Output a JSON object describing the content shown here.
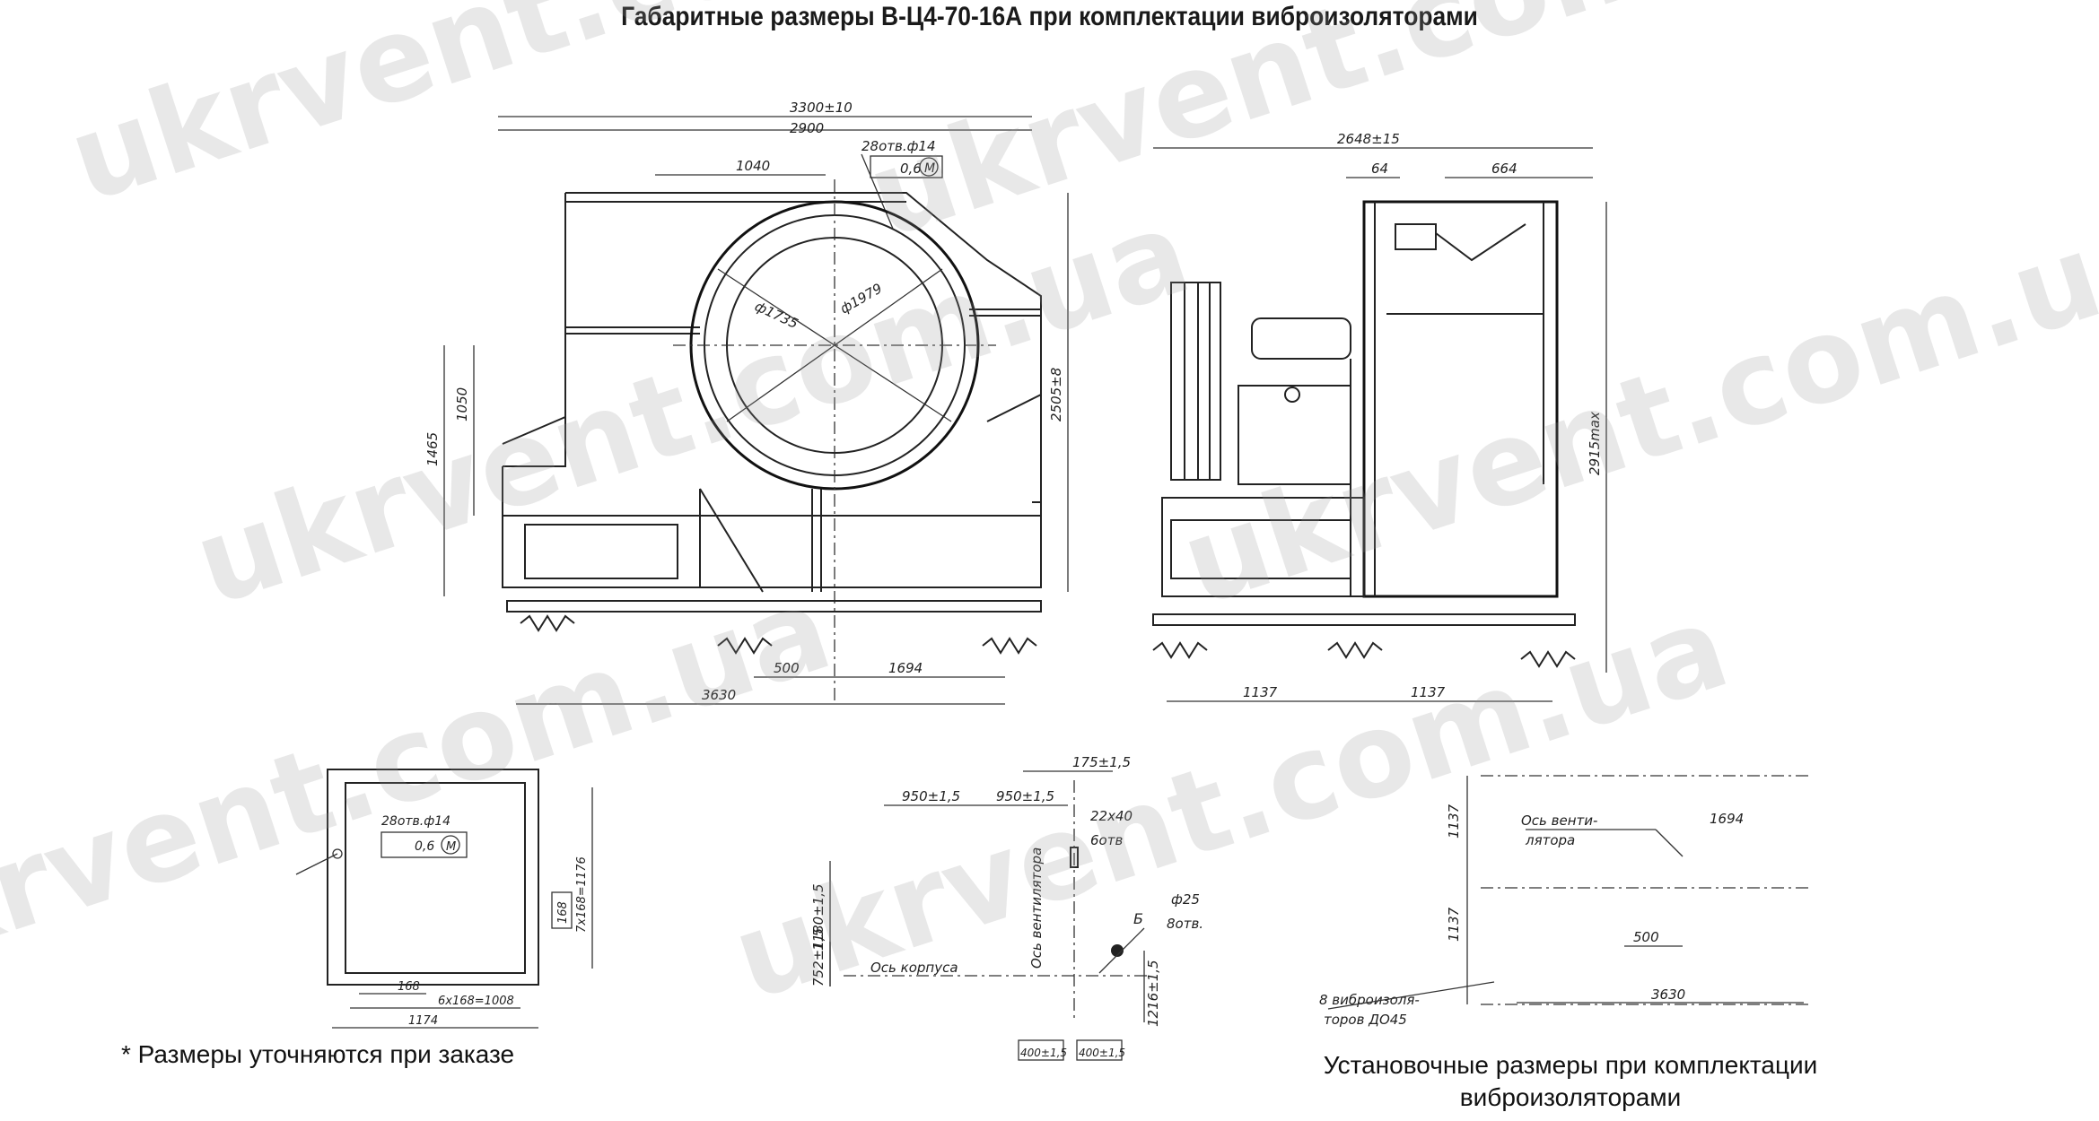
{
  "title": "Габаритные размеры В-Ц4-70-16А при комплектации виброизоляторами",
  "note": "* Размеры уточняются при заказе",
  "caption": {
    "line1": "Установочные размеры при комплектации",
    "line2": "виброизоляторами"
  },
  "watermark_text": "ukrvent.com.ua",
  "front_view": {
    "dim_total": "3300±10",
    "dim_2900": "2900",
    "dim_1040": "1040",
    "holes": "28отв.ф14",
    "tolerance": "0,6",
    "tol_mark": "М",
    "d1": "ф1735",
    "d2": "ф1979",
    "dim_1050": "1050",
    "dim_1465": "1465",
    "dim_2505": "2505±8",
    "dim_500": "500",
    "dim_1694": "1694",
    "dim_3630": "3630"
  },
  "side_view": {
    "dim_2648": "2648±15",
    "dim_64": "64",
    "dim_664": "664",
    "dim_2915": "2915max",
    "dim_1137a": "1137",
    "dim_1137b": "1137"
  },
  "flange_view": {
    "holes": "28отв.ф14",
    "tolerance": "0,6",
    "tol_mark": "М",
    "dim_168": "168",
    "dim_7x168": "7x168=1176",
    "dim_168b": "168",
    "dim_6x168": "6x168=1008",
    "dim_1174": "1174"
  },
  "mount_view": {
    "dim_175": "175±1,5",
    "dim_950a": "950±1,5",
    "dim_950b": "950±1,5",
    "slot": "22х40",
    "slot_count": "6отв",
    "dim_1180": "1180±1,5",
    "dim_752": "752±1,5",
    "axis_fan": "Ось вентилятора",
    "axis_body": "Ось корпуса",
    "hole_d": "ф25",
    "hole_count": "8отв.",
    "section": "Б",
    "dim_1216": "1216±1,5",
    "dim_400a": "400±1,5",
    "dim_400b": "400±1,5"
  },
  "install_view": {
    "dim_1137a": "1137",
    "dim_1137b": "1137",
    "axis_label1": "Ось венти-",
    "axis_label2": "лятора",
    "dim_1694": "1694",
    "dim_500": "500",
    "dim_3630": "3630",
    "iso_label1": "8 виброизоля-",
    "iso_label2": "торов ДО45"
  }
}
